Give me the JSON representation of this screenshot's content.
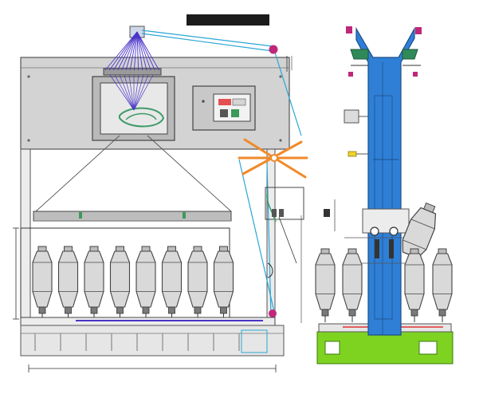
{
  "header_bar_text": "",
  "control_panel": {
    "label": ""
  },
  "front_view": {
    "bobbin_count": 8
  },
  "side_view": {
    "bobbin_count_left": 2,
    "bobbin_count_right": 2
  },
  "colors": {
    "frame_gray": "#cfcfcf",
    "frame_stroke": "#555555",
    "thread_purple": "#4a35c8",
    "guide_cyan": "#2aa6d6",
    "column_blue": "#2f7fd6",
    "base_green": "#7ed321",
    "accent_magenta": "#c0277a",
    "reel_orange": "#f08a2a",
    "rail_red": "#e03030",
    "spool_gray": "#d9d9d9"
  }
}
